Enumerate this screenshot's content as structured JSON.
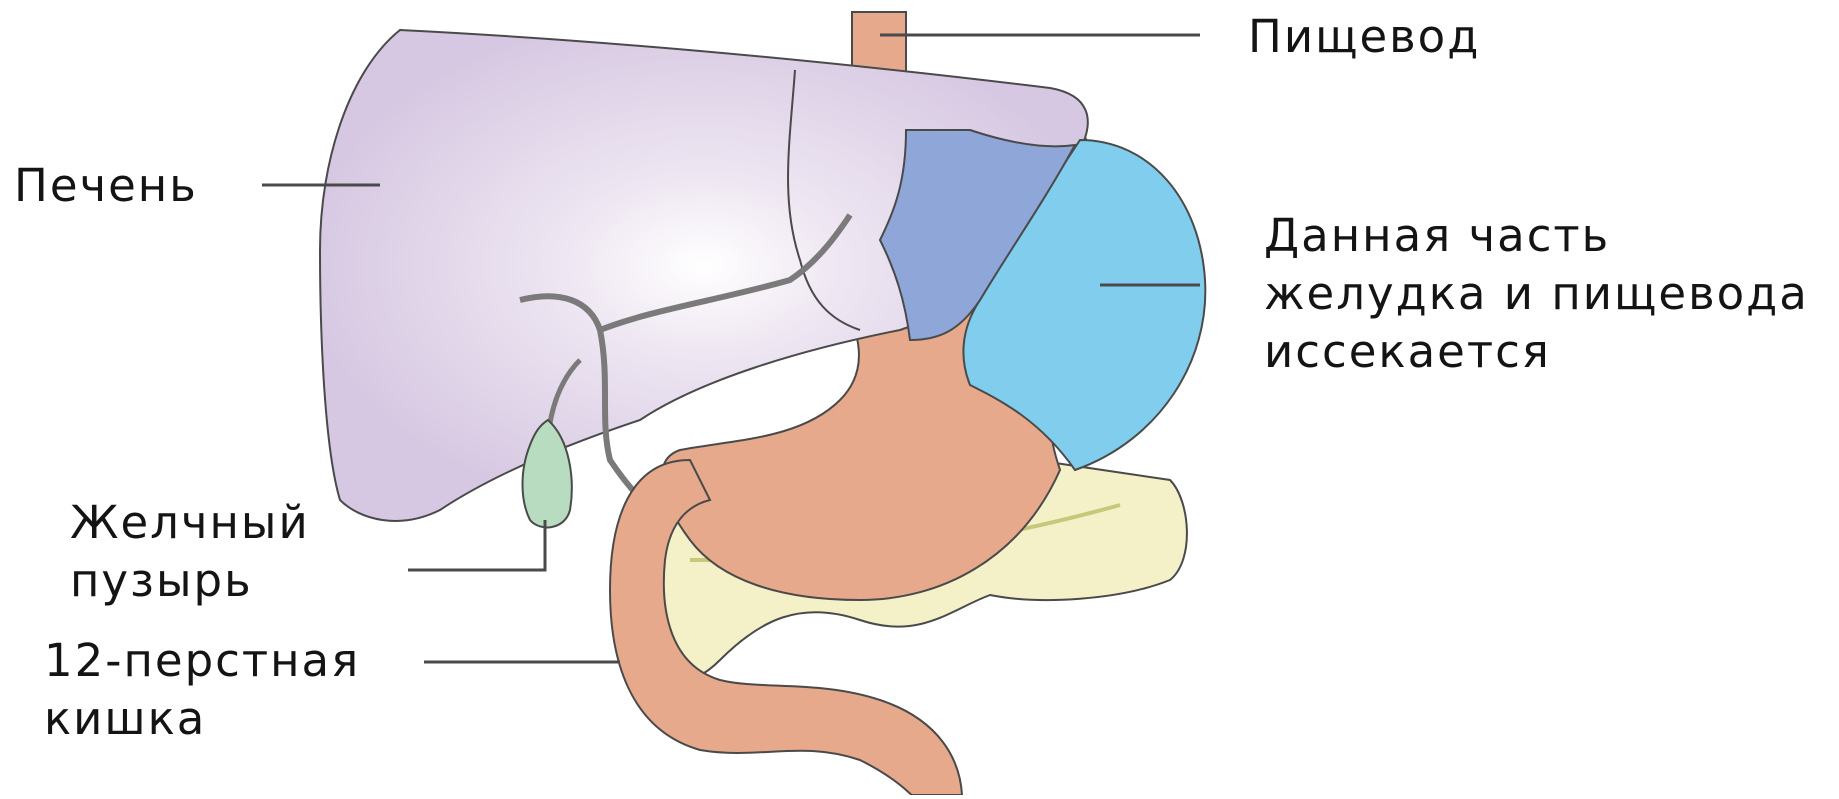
{
  "labels": {
    "esophagus": "Пищевод",
    "liver": "Печень",
    "resected_part": [
      "Данная часть",
      "желудка и пищевода",
      "иссекается"
    ],
    "gallbladder": [
      "Желчный",
      "пузырь"
    ],
    "duodenum": [
      "12-перстная",
      "кишка"
    ]
  },
  "colors": {
    "liver": "#d9cde5",
    "liver_outline": "#4a4a4a",
    "gallbladder": "#b8dcc0",
    "stomach": "#e7a98c",
    "resected": "#80cdee",
    "resected_overlap": "#8ea6d8",
    "pancreas": "#f4f1c8",
    "duct": "#7a7a7a",
    "leader_line": "#4a4a4a"
  }
}
